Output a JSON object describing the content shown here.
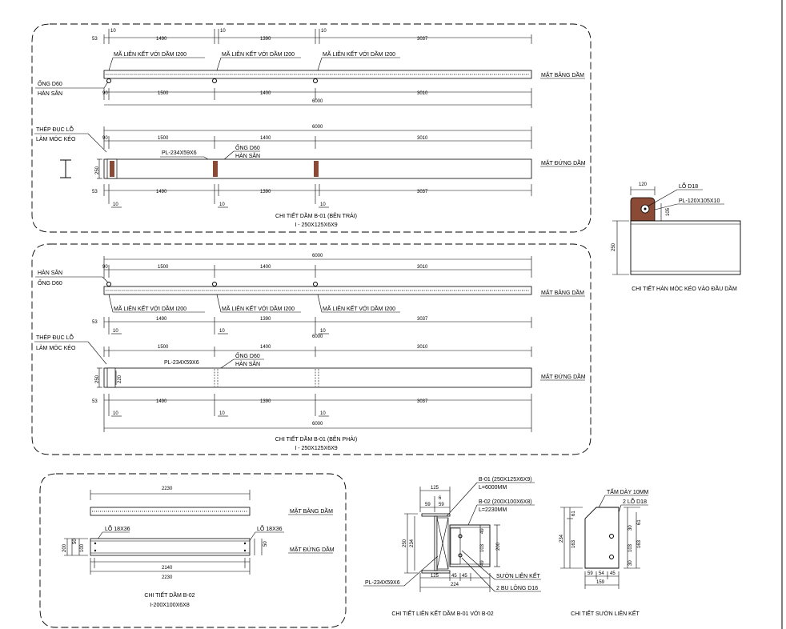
{
  "colors": {
    "line": "#000000",
    "brown_plate": "#8b4a35",
    "background": "#ffffff"
  },
  "view1": {
    "dims_top": [
      "53",
      "10",
      "1490",
      "10",
      "1390",
      "10",
      "3037"
    ],
    "labels_conn": [
      "MÃ LIÊN KẾT VỚI DẦM I200",
      "MÃ LIÊN KẾT VỚI DẦM I200",
      "MÃ LIÊN KẾT VỚI DẦM I200"
    ],
    "plan_label": "MẶT BẰNG DẦM",
    "ong": "ỐNG D60",
    "han_san": "HÀN SẴN",
    "dims_mid": [
      "90",
      "1500",
      "1400",
      "3010"
    ],
    "total": "6000",
    "thep": "THÉP ĐỤC LỖ",
    "lam_moc": "LÀM MÓC KÉO",
    "total2": "6000",
    "dims_mid2": [
      "90",
      "1500",
      "1400",
      "3010"
    ],
    "pl": "PL-234X59X6",
    "ong2": "ỐNG D60",
    "han_san2": "HÀN SẴN",
    "h250": "250",
    "elev_label": "MẶT ĐỨNG DẦM",
    "dims_bot": [
      "53",
      "1490",
      "1390",
      "3037"
    ],
    "tens": [
      "10",
      "10",
      "10"
    ],
    "title": "CHI TIẾT DẦM B-01 (BÊN TRÁI)",
    "subtitle": "I - 250X125X6X9"
  },
  "view2": {
    "total": "6000",
    "dims_top": [
      "90",
      "1500",
      "1400",
      "3010"
    ],
    "han_san": "HÀN SẴN",
    "ong": "ỐNG D60",
    "plan_label": "MẶT BẰNG DẦM",
    "labels_conn": [
      "MÃ LIÊN KẾT VỚI DẦM I200",
      "MÃ LIÊN KẾT VỚI DẦM I200",
      "MÃ LIÊN KẾT VỚI DẦM I200"
    ],
    "dims_a": [
      "53",
      "1490",
      "1390",
      "3037"
    ],
    "tens_a": [
      "10",
      "10",
      "10"
    ],
    "total_a": "6000",
    "thep": "THÉP ĐỤC LỖ",
    "lam_moc": "LÀM MÓC KÉO",
    "dims_b": [
      "1500",
      "1400",
      "3010"
    ],
    "ong2": "ỐNG D60",
    "han_san2": "HÀN SẴN",
    "pl": "PL-234X59X6",
    "h250": "250",
    "h220": "220",
    "elev_label": "MẶT ĐỨNG DẦM",
    "dims_bot": [
      "53",
      "1490",
      "1390",
      "3037"
    ],
    "tens_b": [
      "10",
      "10",
      "10"
    ],
    "total_b": "6000",
    "title": "CHI TIẾT DẦM B-01 (BÊN PHẢI)",
    "subtitle": "I - 250X125X6X9"
  },
  "hook": {
    "w120": "120",
    "lo": "LỖ D18",
    "pl": "PL-120X105X10",
    "h105": "105",
    "h250": "250",
    "title": "CHI TIẾT HÀN MÓC KÉO VÀO ĐẦU DẦM"
  },
  "b02": {
    "len": "2230",
    "plan_label": "MẶT BẰNG DẦM",
    "lo_left": "LỖ 18X36",
    "lo_right": "LỖ 18X36",
    "elev_label": "MẶT ĐỨNG DẦM",
    "h200": "200",
    "side_dims": [
      "50",
      "100",
      "50"
    ],
    "d2140": "2140",
    "d2230": "2230",
    "title": "CHI TIẾT DẦM B-02",
    "subtitle": "I-200X100X6X8"
  },
  "conn": {
    "w125": "125",
    "w6": "6",
    "w59": "59",
    "b01": "B-01 (250X125X6X9)",
    "b01len": "L=6000MM",
    "b02": "B-02 (200X100X6X8)",
    "b02len": "L=2230MM",
    "h250": "250",
    "h234": "234",
    "h200": "200",
    "v49a": "49",
    "v103": "103",
    "v49b": "49",
    "bot": [
      "125",
      "45",
      "45"
    ],
    "bot224": "224",
    "pl": "PL-234X59X6",
    "suon": "SƯỜN LIÊN KẾT",
    "bulong": "2 BU LÔNG D16",
    "title": "CHI TIẾT LIÊN KẾT DẦM B-01 VỚI B-02"
  },
  "rib": {
    "tam": "TẤM DÀY 10MM",
    "lo": "2 LỖ D18",
    "h234": "234",
    "h61a": "61",
    "h163": "163",
    "v61": "61",
    "v103": "103",
    "v163": "163",
    "v30a": "30",
    "v30b": "30",
    "bot": [
      "59",
      "54",
      "45"
    ],
    "bot159": "159",
    "title": "CHI TIẾT SƯỜN LIÊN KẾT"
  }
}
